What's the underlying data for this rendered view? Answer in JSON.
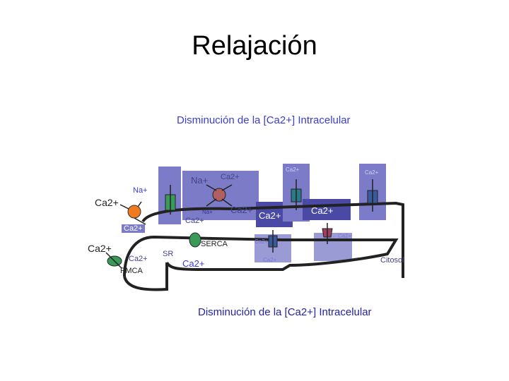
{
  "title": "Relajación",
  "subtitle": "Disminución de la [Ca2+] Intracelular",
  "bottom_caption": "Disminución de la [Ca2+] Intracelular",
  "labels": {
    "ca_ext_left": "Ca2+",
    "na_ext_left": "Na+",
    "ca_cyto_left": "Ca2+",
    "ca_sr_left": "Ca2+",
    "ca_pmca": "Ca2+",
    "pmca": "PMCA",
    "sr": "SR",
    "ca_sr_lower": "Ca2+",
    "ca_channel_1_top": "Ca2+",
    "ca_channel_1_bottom": "Ca2+",
    "na_exch_top": "Na+",
    "ca_exch_top": "Ca2+",
    "na_exch_bottom": "Na+",
    "ca_exch_bottom": "Ca2+",
    "ca_exch_inner": "Ca2+",
    "serca": "SERCA",
    "ca_mid_box": "Ca2+",
    "ca_channel_2_top": "Ca2+",
    "ca_channel_2_bottom": "Ca2+",
    "ca_right_box": "Ca2+",
    "ca_channel_3_top": "Ca2+",
    "ca_channel_3_bottom": "Ca2+",
    "ca_ryr_left": "Ca2+",
    "ca_ryr_right": "Ca2+",
    "ca_ryr_bottom": "Ca2+",
    "citosol": "Citosol"
  },
  "colors": {
    "box_fill": "#7b7bc7",
    "box_dark": "#4a4aa6",
    "exchanger": "#b06060",
    "pmca_pump": "#f07a20",
    "green_pump": "#3a9a5a",
    "teal_channel": "#2a7a8a",
    "blue_channel": "#3a5aa0",
    "ryr": "#a04060"
  }
}
